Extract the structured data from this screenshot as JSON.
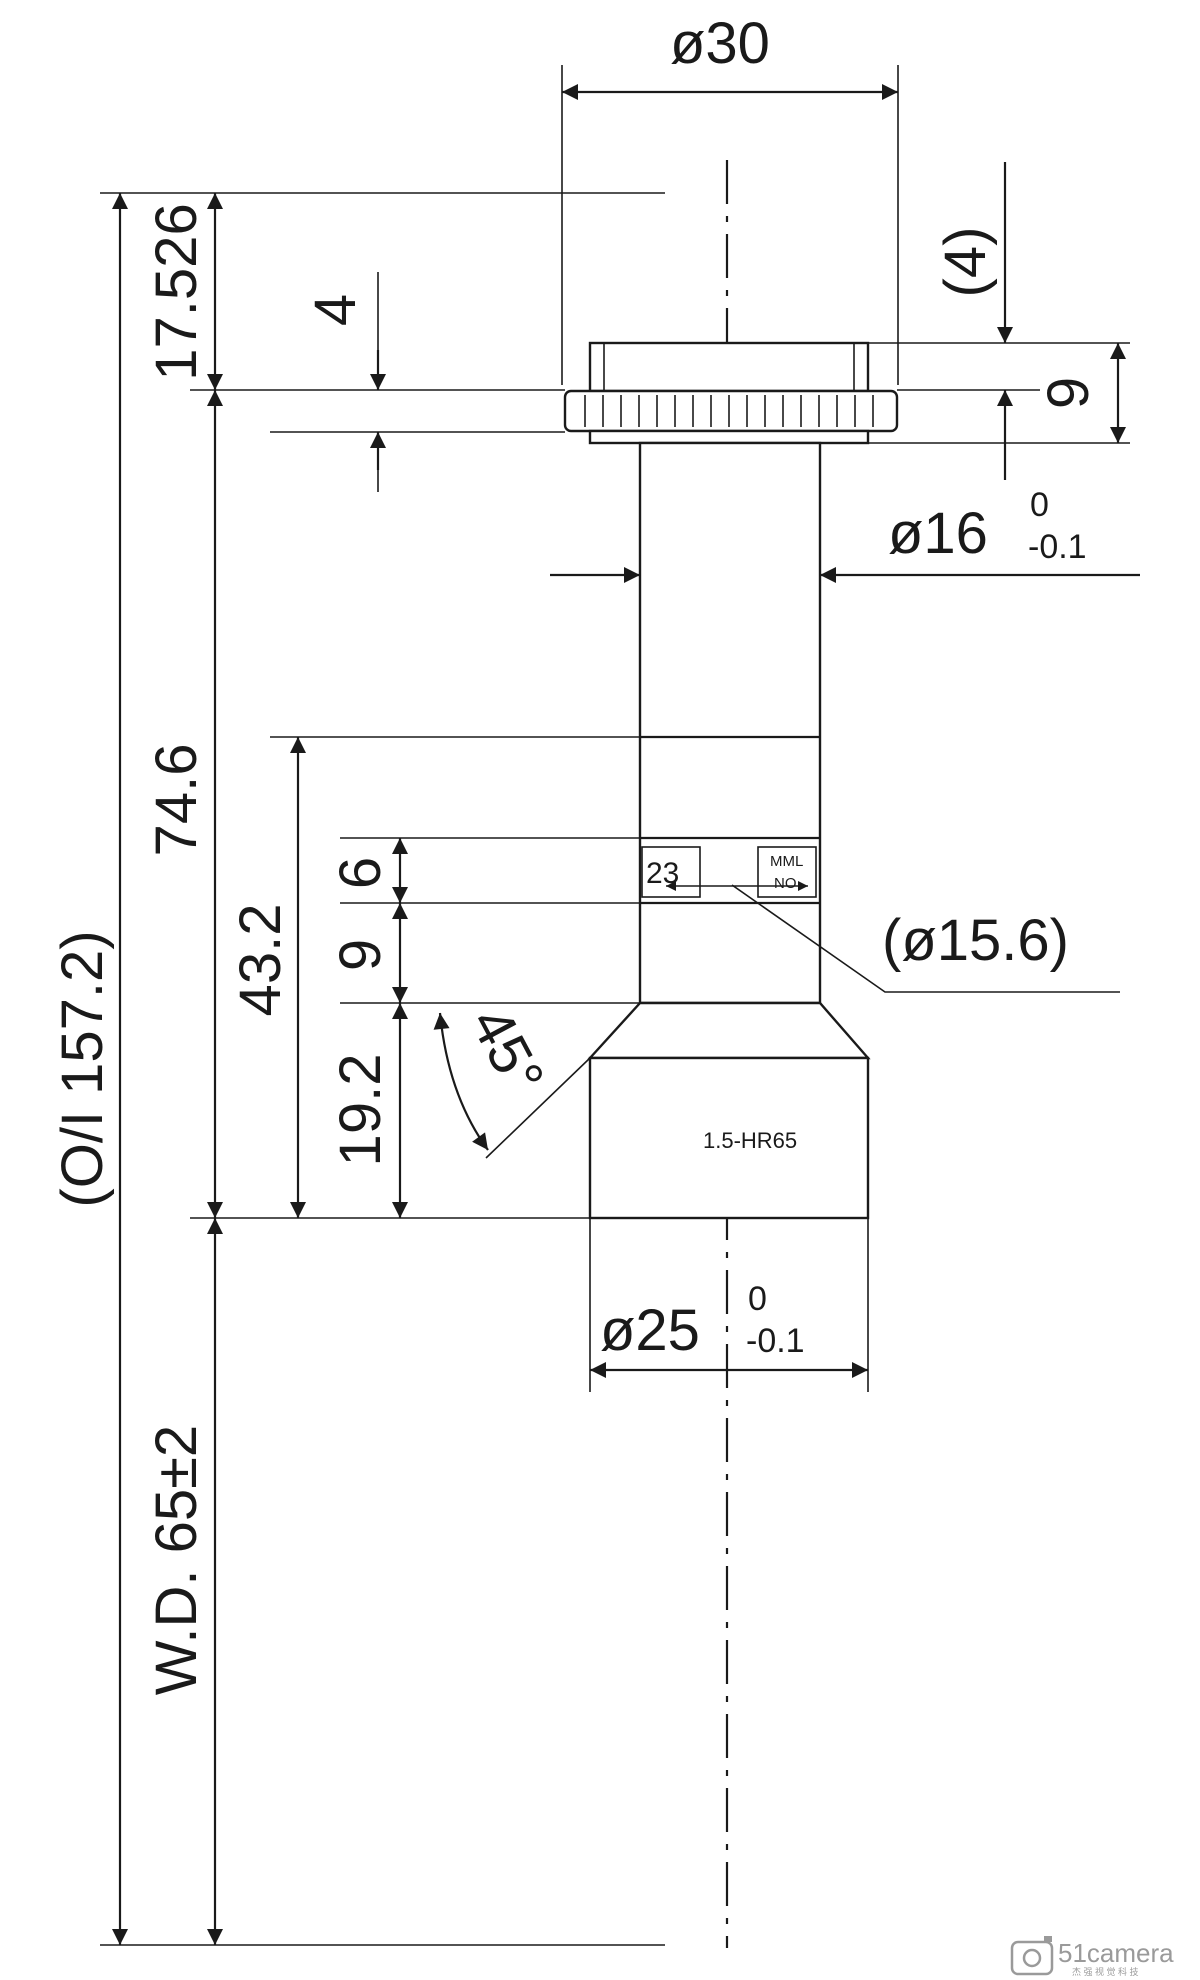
{
  "dimensions": {
    "top_diameter": "ø30",
    "top_offset": "17.526",
    "thread_length": "4",
    "thread_depth_paren": "(4)",
    "mount_height": "9",
    "barrel_diameter": "ø16",
    "barrel_tol_upper": "0",
    "barrel_tol_lower": "-0.1",
    "total_length": "74.6",
    "front_length": "43.2",
    "ring_width": "6",
    "ring_gap": "9",
    "cone_length": "19.2",
    "chamfer_angle": "45°",
    "ring_diameter": "(ø15.6)",
    "front_diameter": "ø25",
    "front_tol_upper": "0",
    "front_tol_lower": "-0.1",
    "object_to_image": "(O/I 157.2)",
    "working_distance": "W.D. 65±2"
  },
  "labels": {
    "model": "1.5-HR65",
    "ring_mark_left": "23",
    "ring_mark_right_top": "MML",
    "ring_mark_right_bottom": "NO"
  },
  "watermark": {
    "brand": "51camera",
    "sub": "杰 强 视 觉 科 技"
  }
}
